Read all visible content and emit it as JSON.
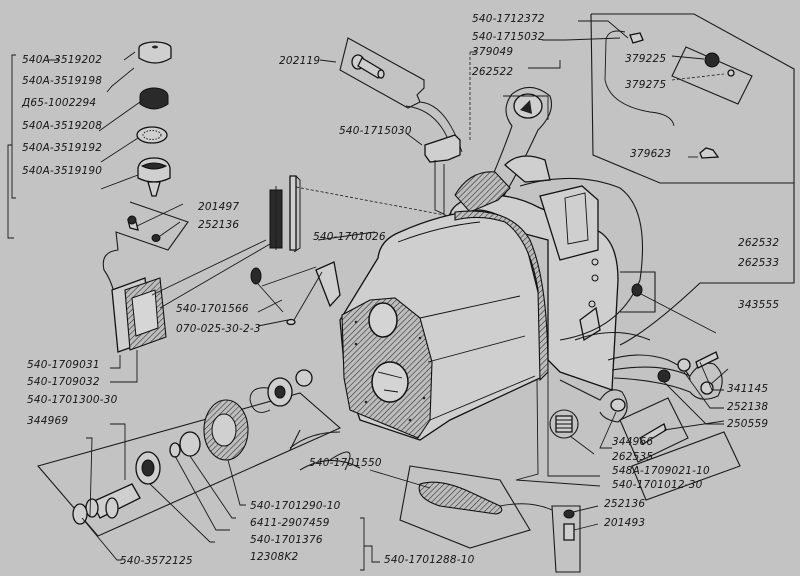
{
  "diagram": {
    "title": "Transmission housing exploded parts diagram",
    "background": "#c3c3c3",
    "ink": "#151515",
    "labels": {
      "p540A_3519202": "540A-3519202",
      "p540A_3519198": "540A-3519198",
      "pD65_1002294": "Д65-1002294",
      "p540A_3519208": "540A-3519208",
      "p540A_3519192": "540A-3519192",
      "p540A_3519190": "540A-3519190",
      "p202119": "202119",
      "p540_1712372": "540-1712372",
      "p540_1715032": "540-1715032",
      "p379049": "379049",
      "p262522": "262522",
      "p379225": "379225",
      "p379275": "379275",
      "p379623": "379623",
      "p540_1715030": "540-1715030",
      "p201497": "201497",
      "p252136_a": "252136",
      "p540_1701026": "540-1701026",
      "p262532": "262532",
      "p262533": "262533",
      "p540_1701566": "540-1701566",
      "p070_025_30_2_3": "070-025-30-2-3",
      "p343555": "343555",
      "p540_1709031": "540-1709031",
      "p540_1709032": "540-1709032",
      "p341145": "341145",
      "p252138": "252138",
      "p250559": "250559",
      "p540_1701300_30": "540-1701300-30",
      "p344969": "344969",
      "p344966": "344966",
      "p262535": "262535",
      "p548A_1709021_10": "548A-1709021-10",
      "p540_1701012_30": "540-1701012-30",
      "p540_1701550": "540-1701550",
      "p252136_b": "252136",
      "p201493": "201493",
      "p540_1701290_10": "540-1701290-10",
      "p6411_2907459": "6411-2907459",
      "p540_1701376": "540-1701376",
      "p12308K2": "12308K2",
      "p540_3572125": "540-3572125",
      "p540_1701288_10": "540-1701288-10"
    }
  }
}
